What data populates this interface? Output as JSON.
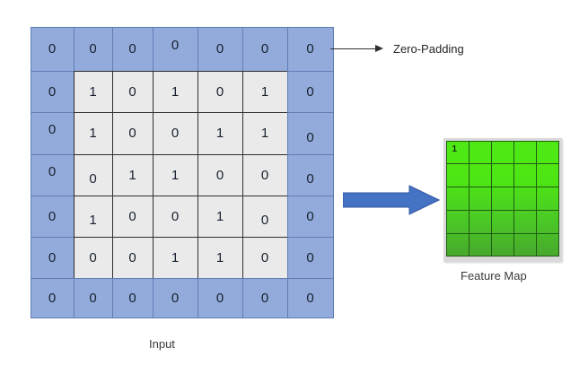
{
  "diagram": {
    "title": "Zero-padded convolution input and resulting feature map",
    "colors": {
      "padding_cell": "#93abdb",
      "data_cell": "#eaeaea",
      "grid_line": "#2b2b2b",
      "flow_arrow": "#4472c4",
      "feature_map_top": "#4fe916",
      "feature_map_bottom": "#48a72d"
    }
  },
  "input_matrix": {
    "caption": "Input",
    "rows": 7,
    "cols": 7,
    "values": [
      [
        "0",
        "0",
        "0",
        "0",
        "0",
        "0",
        "0"
      ],
      [
        "0",
        "1",
        "0",
        "1",
        "0",
        "1",
        "0"
      ],
      [
        "0",
        "1",
        "0",
        "0",
        "1",
        "1",
        "0"
      ],
      [
        "0",
        "0",
        "1",
        "1",
        "0",
        "0",
        "0"
      ],
      [
        "0",
        "1",
        "0",
        "0",
        "1",
        "0",
        "0"
      ],
      [
        "0",
        "0",
        "0",
        "1",
        "1",
        "0",
        "0"
      ],
      [
        "0",
        "0",
        "0",
        "0",
        "0",
        "0",
        "0"
      ]
    ],
    "padding_mask": [
      [
        true,
        true,
        true,
        true,
        true,
        true,
        true
      ],
      [
        true,
        false,
        false,
        false,
        false,
        false,
        true
      ],
      [
        true,
        false,
        false,
        false,
        false,
        false,
        true
      ],
      [
        true,
        false,
        false,
        false,
        false,
        false,
        true
      ],
      [
        true,
        false,
        false,
        false,
        false,
        false,
        true
      ],
      [
        true,
        false,
        false,
        false,
        false,
        false,
        true
      ],
      [
        true,
        true,
        true,
        true,
        true,
        true,
        true
      ]
    ]
  },
  "annotation": {
    "zero_padding_label": "Zero-Padding"
  },
  "feature_map": {
    "caption": "Feature Map",
    "rows": 5,
    "cols": 5,
    "values": [
      [
        "1",
        "",
        "",
        "",
        ""
      ],
      [
        "",
        "",
        "",
        "",
        ""
      ],
      [
        "",
        "",
        "",
        "",
        ""
      ],
      [
        "",
        "",
        "",
        "",
        ""
      ],
      [
        "",
        "",
        "",
        "",
        ""
      ]
    ]
  }
}
